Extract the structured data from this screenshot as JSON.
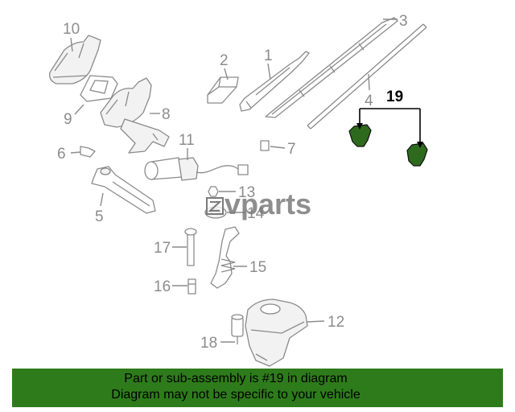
{
  "diagram": {
    "callouts": {
      "part_1": "1",
      "part_2": "2",
      "part_3": "3",
      "part_4": "4",
      "part_5": "5",
      "part_6": "6",
      "part_7": "7",
      "part_8": "8",
      "part_9": "9",
      "part_10": "10",
      "part_11": "11",
      "part_12": "12",
      "part_13": "13",
      "part_14": "14",
      "part_15": "15",
      "part_16": "16",
      "part_17": "17",
      "part_18": "18",
      "part_19": "19"
    }
  },
  "watermark": {
    "text": "vparts"
  },
  "banner": {
    "line1": "Part or sub-assembly is #19 in diagram",
    "line2": "Diagram may not be specific to your vehicle"
  },
  "colors": {
    "banner_bg": "#2e7b1b",
    "highlight_fill": "#2d6a1e",
    "callout_gray": "#8c8c8c"
  }
}
